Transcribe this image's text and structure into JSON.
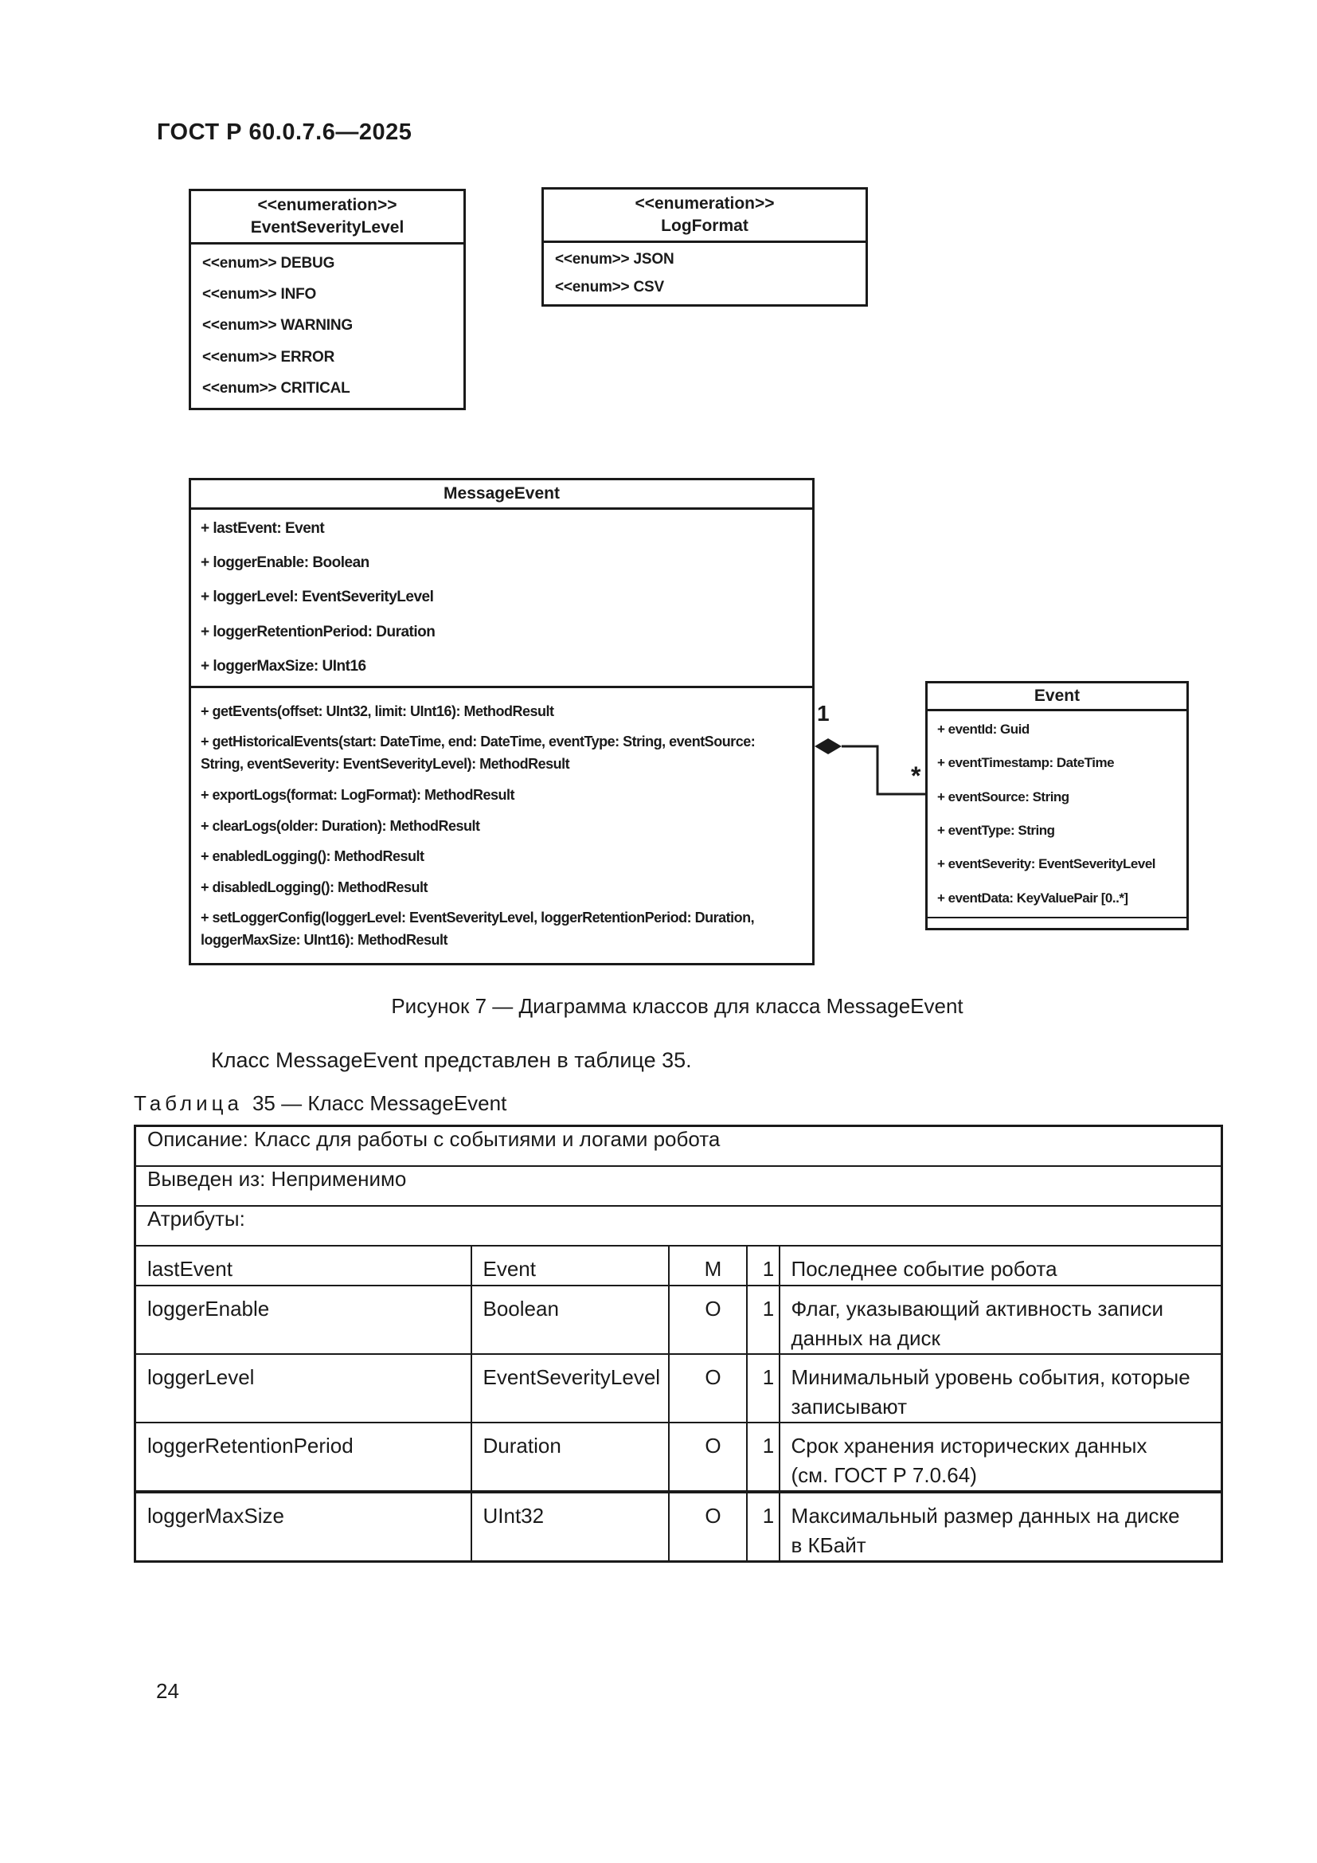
{
  "header": "ГОСТ Р 60.0.7.6—2025",
  "page_number": "24",
  "figure_caption": "Рисунок 7 — Диаграмма классов для класса MessageEvent",
  "paragraph": "Класс MessageEvent представлен в таблице 35.",
  "diagram": {
    "enums": [
      {
        "stereotype": "<<enumeration>>",
        "name": "EventSeverityLevel",
        "items": [
          "<<enum>> DEBUG",
          "<<enum>> INFO",
          "<<enum>> WARNING",
          "<<enum>> ERROR",
          "<<enum>> CRITICAL"
        ]
      },
      {
        "stereotype": "<<enumeration>>",
        "name": "LogFormat",
        "items": [
          "<<enum>> JSON",
          "<<enum>> CSV"
        ]
      }
    ],
    "message_event": {
      "title": "MessageEvent",
      "attributes": [
        "+ lastEvent: Event",
        "+ loggerEnable: Boolean",
        "+ loggerLevel: EventSeverityLevel",
        "+ loggerRetentionPeriod: Duration",
        "+ loggerMaxSize: UInt16"
      ],
      "methods": [
        "+ getEvents(offset: UInt32, limit: UInt16): MethodResult",
        "+ getHistoricalEvents(start: DateTime, end: DateTime, eventType: String, eventSource:\nString, eventSeverity: EventSeverityLevel): MethodResult",
        "+ exportLogs(format: LogFormat): MethodResult",
        "+ clearLogs(older: Duration): MethodResult",
        "+ enabledLogging(): MethodResult",
        "+ disabledLogging(): MethodResult",
        "+ setLoggerConfig(loggerLevel: EventSeverityLevel, loggerRetentionPeriod: Duration,\nloggerMaxSize: UInt16): MethodResult"
      ]
    },
    "event": {
      "title": "Event",
      "attributes": [
        "+ eventId: Guid",
        "+ eventTimestamp: DateTime",
        "+ eventSource: String",
        "+ eventType: String",
        "+ eventSeverity: EventSeverityLevel",
        "+ eventData: KeyValuePair [0..*]"
      ]
    },
    "association": {
      "source_multiplicity": "1",
      "target_multiplicity": "*"
    }
  },
  "table": {
    "label_word": "Таблица",
    "label_rest": "35 — Класс MessageEvent",
    "full_rows": [
      "Описание: Класс для работы с событиями и логами робота",
      "Выведен из: Неприменимо",
      "Атрибуты:"
    ],
    "attr_rows": [
      {
        "name": "lastEvent",
        "type": "Event",
        "req": "M",
        "mult": "1",
        "desc": "Последнее событие робота"
      },
      {
        "name": "loggerEnable",
        "type": "Boolean",
        "req": "O",
        "mult": "1",
        "desc": "Флаг, указывающий активность записи\nданных на диск"
      },
      {
        "name": "loggerLevel",
        "type": "EventSeverityLevel",
        "req": "O",
        "mult": "1",
        "desc": "Минимальный уровень события, которые\nзаписывают"
      },
      {
        "name": "loggerRetentionPeriod",
        "type": "Duration",
        "req": "O",
        "mult": "1",
        "desc": "Срок хранения исторических данных\n(см. ГОСТ Р 7.0.64)"
      },
      {
        "name": "loggerMaxSize",
        "type": "UInt32",
        "req": "O",
        "mult": "1",
        "desc": "Максимальный размер данных на диске\nв КБайт"
      }
    ]
  }
}
